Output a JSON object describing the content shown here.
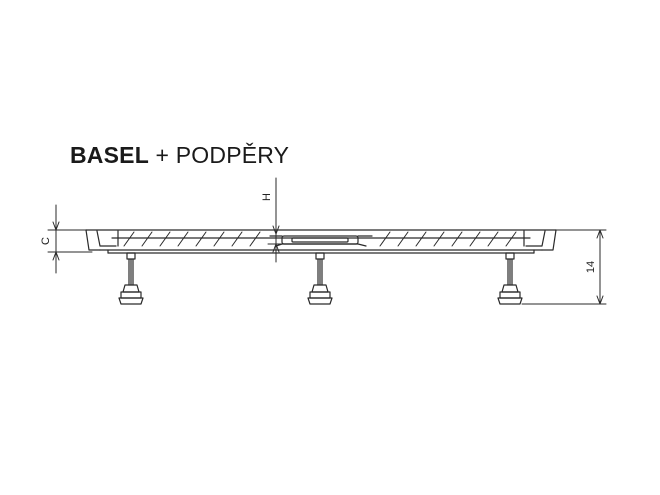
{
  "title": {
    "model": "BASEL",
    "connector": " + ",
    "accessory": "PODPĚRY"
  },
  "dimensions": {
    "c_label": "C",
    "h_label": "H",
    "height_label": "14"
  },
  "colors": {
    "line": "#2a2a2a",
    "background": "#ffffff"
  }
}
